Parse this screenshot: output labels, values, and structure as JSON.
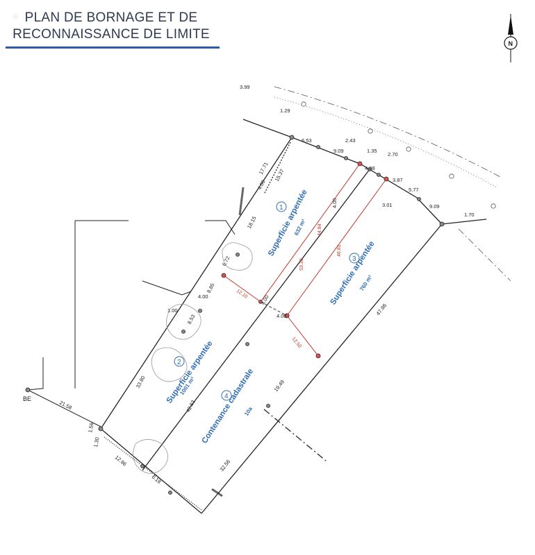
{
  "header": {
    "title_line1": "PLAN DE BORNAGE ET DE",
    "title_line2": "RECONNAISSANCE DE LIMITE",
    "accent_color": "#2f5aa6"
  },
  "north": {
    "label": "N"
  },
  "parcels": [
    {
      "number": "1",
      "label": "Superficie arpentée",
      "area": "632 m²"
    },
    {
      "number": "2",
      "label": "Superficie arpentée",
      "area": "1001 m²"
    },
    {
      "number": "3",
      "label": "Superficie arpentée",
      "area": "760 m²"
    },
    {
      "number": "4",
      "label": "Contenance cadastrale",
      "area": "10a"
    }
  ],
  "marker": "BE",
  "dims": {
    "d399": "3.99",
    "d129": "1.29",
    "d653": "6.53",
    "d909a": "9.09",
    "d243": "2.43",
    "d135": "1.35",
    "d270": "2.70",
    "d408": "4.08",
    "d387": "3.87",
    "d577": "5.77",
    "d301": "3.01",
    "d909b": "9.09",
    "d170": "1.70",
    "d1771": "17.71",
    "d1537": "15.37",
    "d1815": "18.15",
    "d672": "6.72",
    "d885": "8.85",
    "d853": "8.53",
    "d100": "1.00",
    "d3380": "33.80",
    "d2158": "21.58",
    "d156": "1.56",
    "d130": "1.30",
    "d1296": "12.96",
    "d618": "6.18",
    "d3256": "32.56",
    "d4766": "47.66",
    "d1949": "19.49",
    "d4263": "42.63",
    "d400a": "4.00",
    "d400b": "4.00",
    "d400c": "4.00",
    "d400d": "4.00",
    "d400e": "4.00",
    "d4484": "44.84",
    "d5330": "53.30",
    "d4681": "46.81",
    "d1210": "12.10",
    "d1250": "12.50"
  }
}
